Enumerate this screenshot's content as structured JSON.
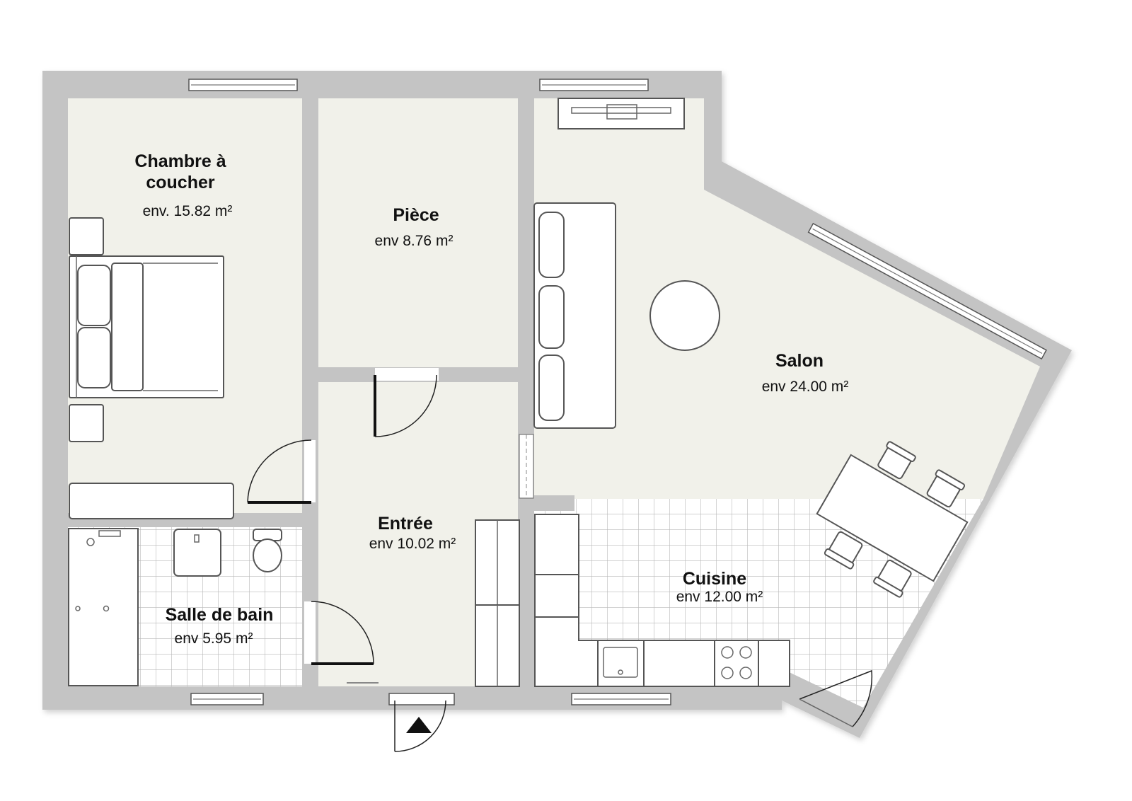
{
  "rooms": {
    "chambre": {
      "name_line1": "Chambre à",
      "name_line2": "coucher",
      "area": "env. 15.82 m²"
    },
    "piece": {
      "name": "Pièce",
      "area": "env 8.76 m²"
    },
    "salon": {
      "name": "Salon",
      "area": "env 24.00 m²"
    },
    "entree": {
      "name": "Entrée",
      "area": "env 10.02 m²"
    },
    "cuisine": {
      "name": "Cuisine",
      "area": "env 12.00 m²"
    },
    "salle_de_bain": {
      "name": "Salle de bain",
      "area": "env 5.95 m²"
    }
  },
  "colors": {
    "wall": "#c4c4c4",
    "floor": "#f1f1ea",
    "tile_line": "#b8b8b8",
    "furniture_stroke": "#555555",
    "door": "#111111"
  }
}
